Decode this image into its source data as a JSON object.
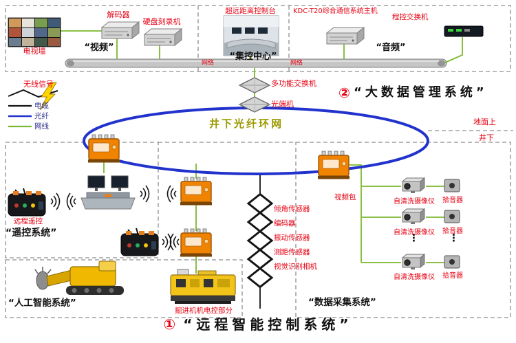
{
  "colors": {
    "accent_red": "#e60012",
    "ethernet": "#7cb82f",
    "fiber": "#2133cc",
    "cable": "#141414",
    "ring_text": "#9a9a00",
    "flameproof": "#f08300"
  },
  "top": {
    "video_title": "“视频”",
    "tv_wall": "电视墙",
    "decoder": "解码器",
    "recorder": "硬盘刻录机",
    "control_center_title": "“集控中心”",
    "console": "超远距离控制台",
    "audio_title": "“音频”",
    "kdc_host": "KDC-T20综合通信系统主机",
    "pbx": "程控交换机",
    "bus_label_left": "网络",
    "bus_label_right": "网络"
  },
  "legend": {
    "wireless": "无线信号",
    "cable": "电缆",
    "fiber": "光纤",
    "ethernet": "网线"
  },
  "backbone": {
    "switch": "多功能交换机",
    "optical_terminal": "光端机",
    "ring": "井下光纤环网",
    "surface": "地面上",
    "underground": "井下"
  },
  "big_data": {
    "number": "②",
    "title": "“大数据管理系统”"
  },
  "remote_system": {
    "remote": "远程遥控",
    "title": "“遥控系统”"
  },
  "ai_system": {
    "title": "“人工智能系统”",
    "machine": "掘进机机电控部分"
  },
  "sensors": {
    "items": [
      "倾角传感器",
      "编码器",
      "振动传感器",
      "测距传感器",
      "视觉识别相机"
    ]
  },
  "daq": {
    "title": "“数据采集系统”",
    "video_pack": "视频包",
    "cameras": [
      "自清洗摄像仪",
      "自清洗摄像仪",
      "自清洗摄像仪"
    ],
    "pickups": [
      "拾音器",
      "拾音器",
      "拾音器"
    ],
    "ellipsis": "⋮"
  },
  "footer": {
    "number": "①",
    "title": "“远程智能控制系统”"
  }
}
